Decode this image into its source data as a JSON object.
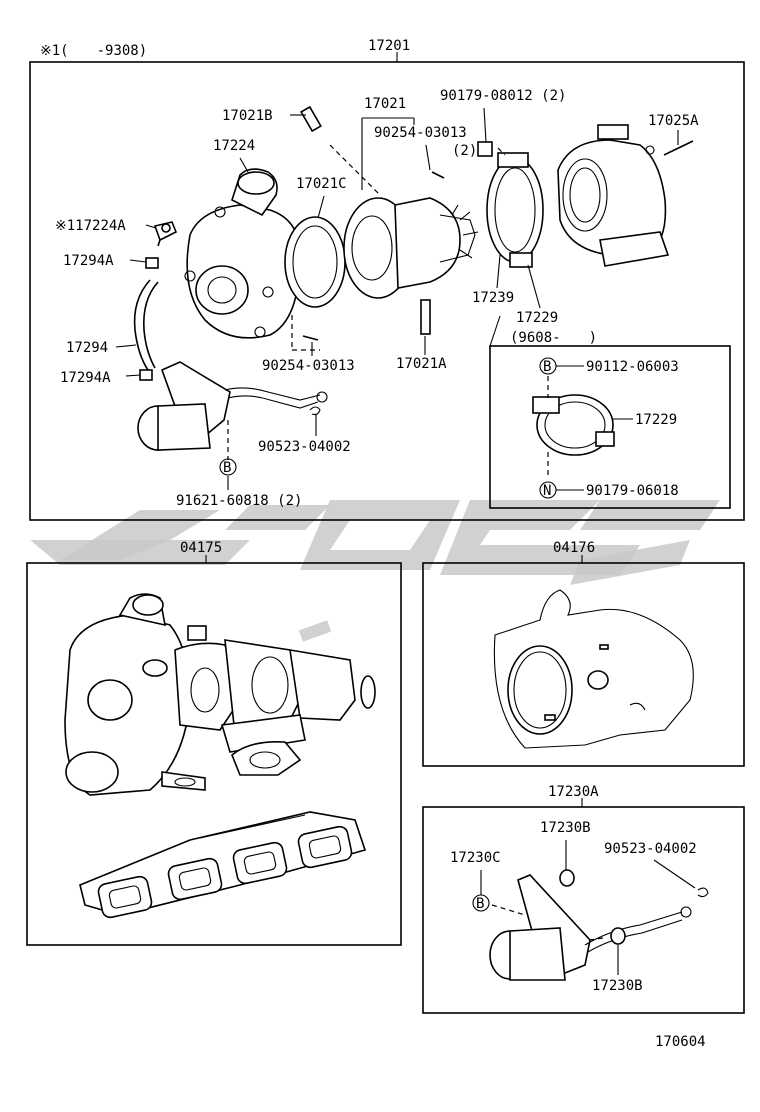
{
  "diagram": {
    "page_code": "170604",
    "note_range": "※1(　　-9308)",
    "assemblies": {
      "main": "17201",
      "sub_left": "04175",
      "sub_right": "04176",
      "actuator": "17230A"
    },
    "parts": {
      "p17021": "17021",
      "p17021B": "17021B",
      "p90254_top": "90254-03013",
      "p90254_top_qty": "(2)",
      "p90179_08012": "90179-08012 (2)",
      "p17025A": "17025A",
      "p17224": "17224",
      "p17021C": "17021C",
      "p117224A": "※117224A",
      "p17294A_top": "17294A",
      "p17294": "17294",
      "p17294A_bot": "17294A",
      "p90254_bot": "90254-03013",
      "p17021A": "17021A",
      "p90523_main": "90523-04002",
      "p91621": "91621-60818 (2)",
      "p17239": "17239",
      "p17229_main": "17229",
      "p9608": "(9608-　　)",
      "p90112": "90112-06003",
      "p17229_inset": "17229",
      "p90179_06018": "90179-06018",
      "p17230B_top": "17230B",
      "p17230C": "17230C",
      "p90523_act": "90523-04002",
      "p17230B_bot": "17230B"
    },
    "symbols": {
      "b_main": "B",
      "b_inset": "B",
      "n_inset": "N",
      "b_act": "B"
    }
  }
}
